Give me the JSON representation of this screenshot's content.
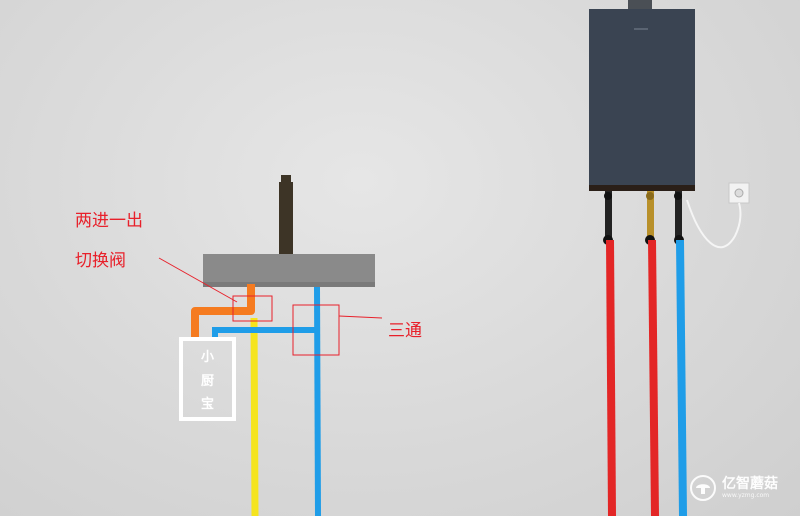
{
  "labels": {
    "valve_line1": "两进一出",
    "valve_line2": "切换阀",
    "tee": "三通",
    "mini_heater": [
      "小",
      "厨",
      "宝"
    ]
  },
  "watermark": {
    "brand": "亿智蘑菇",
    "url": "www.yzmg.com"
  },
  "colors": {
    "label_red": "#e8202a",
    "hot_red": "#e32626",
    "cold_blue": "#1f9de8",
    "gas_yellow": "#f5e41e",
    "orange": "#f57b20",
    "heater_body": "#3a4452",
    "sink": "#8a8a8a",
    "faucet": "#3d3426"
  },
  "icons": {
    "watermark_logo": "mushroom-icon"
  }
}
